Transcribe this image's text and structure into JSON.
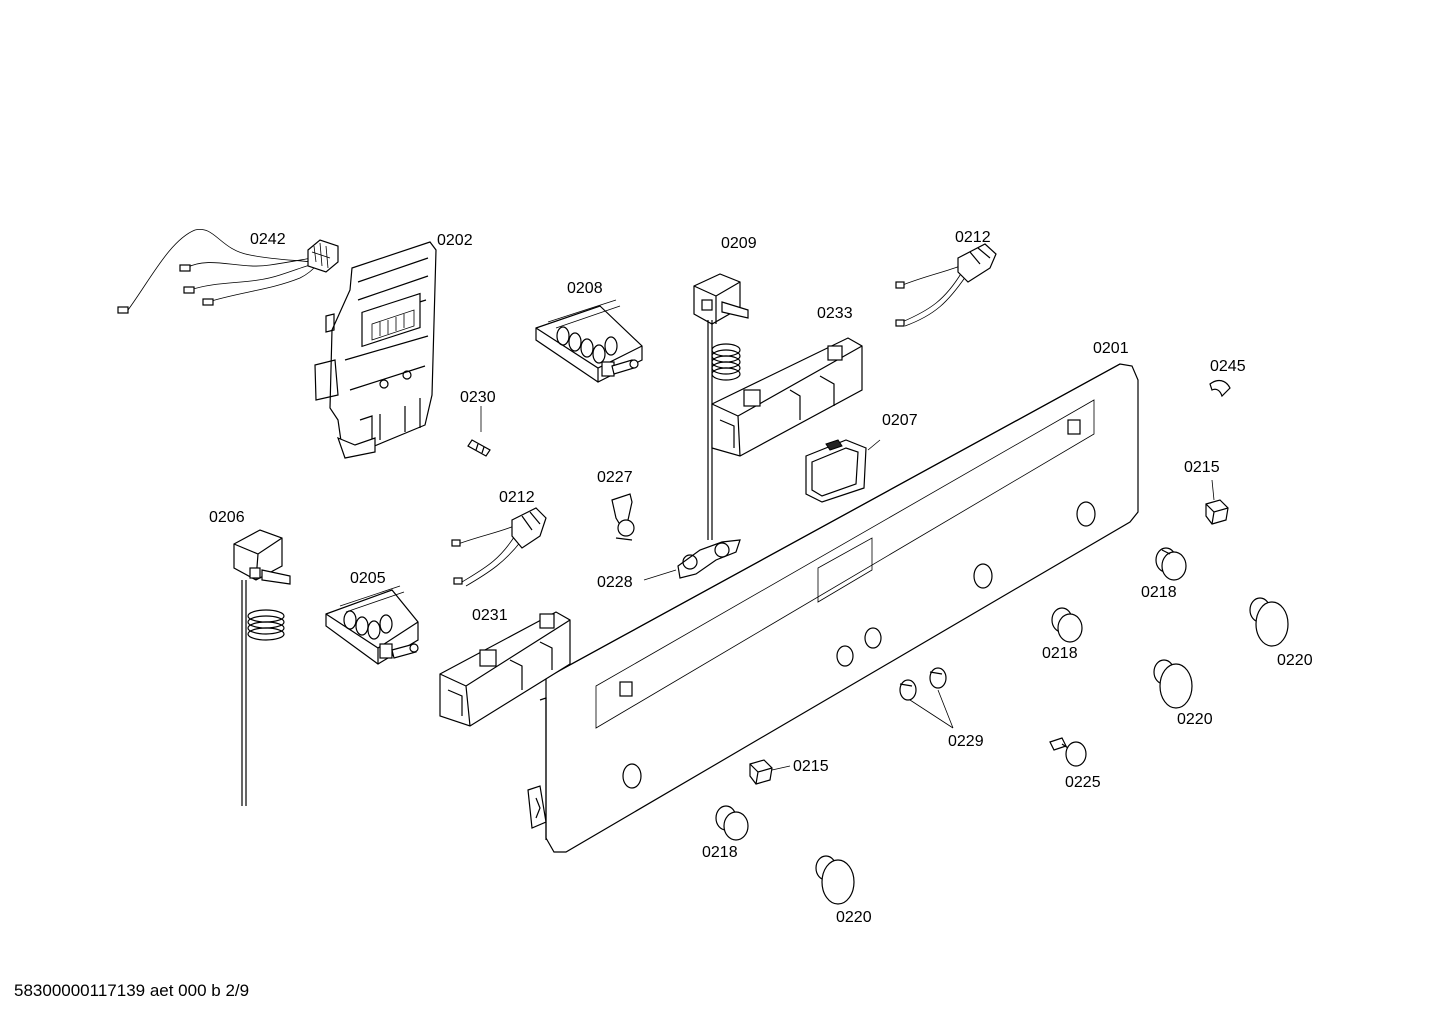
{
  "footer": {
    "doc_code": "58300000117139 aet 000 b 2/9"
  },
  "labels": {
    "l0242": "0242",
    "l0202": "0202",
    "l0208": "0208",
    "l0209": "0209",
    "l0212a": "0212",
    "l0233": "0233",
    "l0201": "0201",
    "l0245": "0245",
    "l0230": "0230",
    "l0207": "0207",
    "l0227": "0227",
    "l0212b": "0212",
    "l0206": "0206",
    "l0215a": "0215",
    "l0228": "0228",
    "l0205": "0205",
    "l0218a": "0218",
    "l0231": "0231",
    "l0218b": "0218",
    "l0220a": "0220",
    "l0220b": "0220",
    "l0229": "0229",
    "l0215b": "0215",
    "l0225": "0225",
    "l0218c": "0218",
    "l0220c": "0220"
  }
}
